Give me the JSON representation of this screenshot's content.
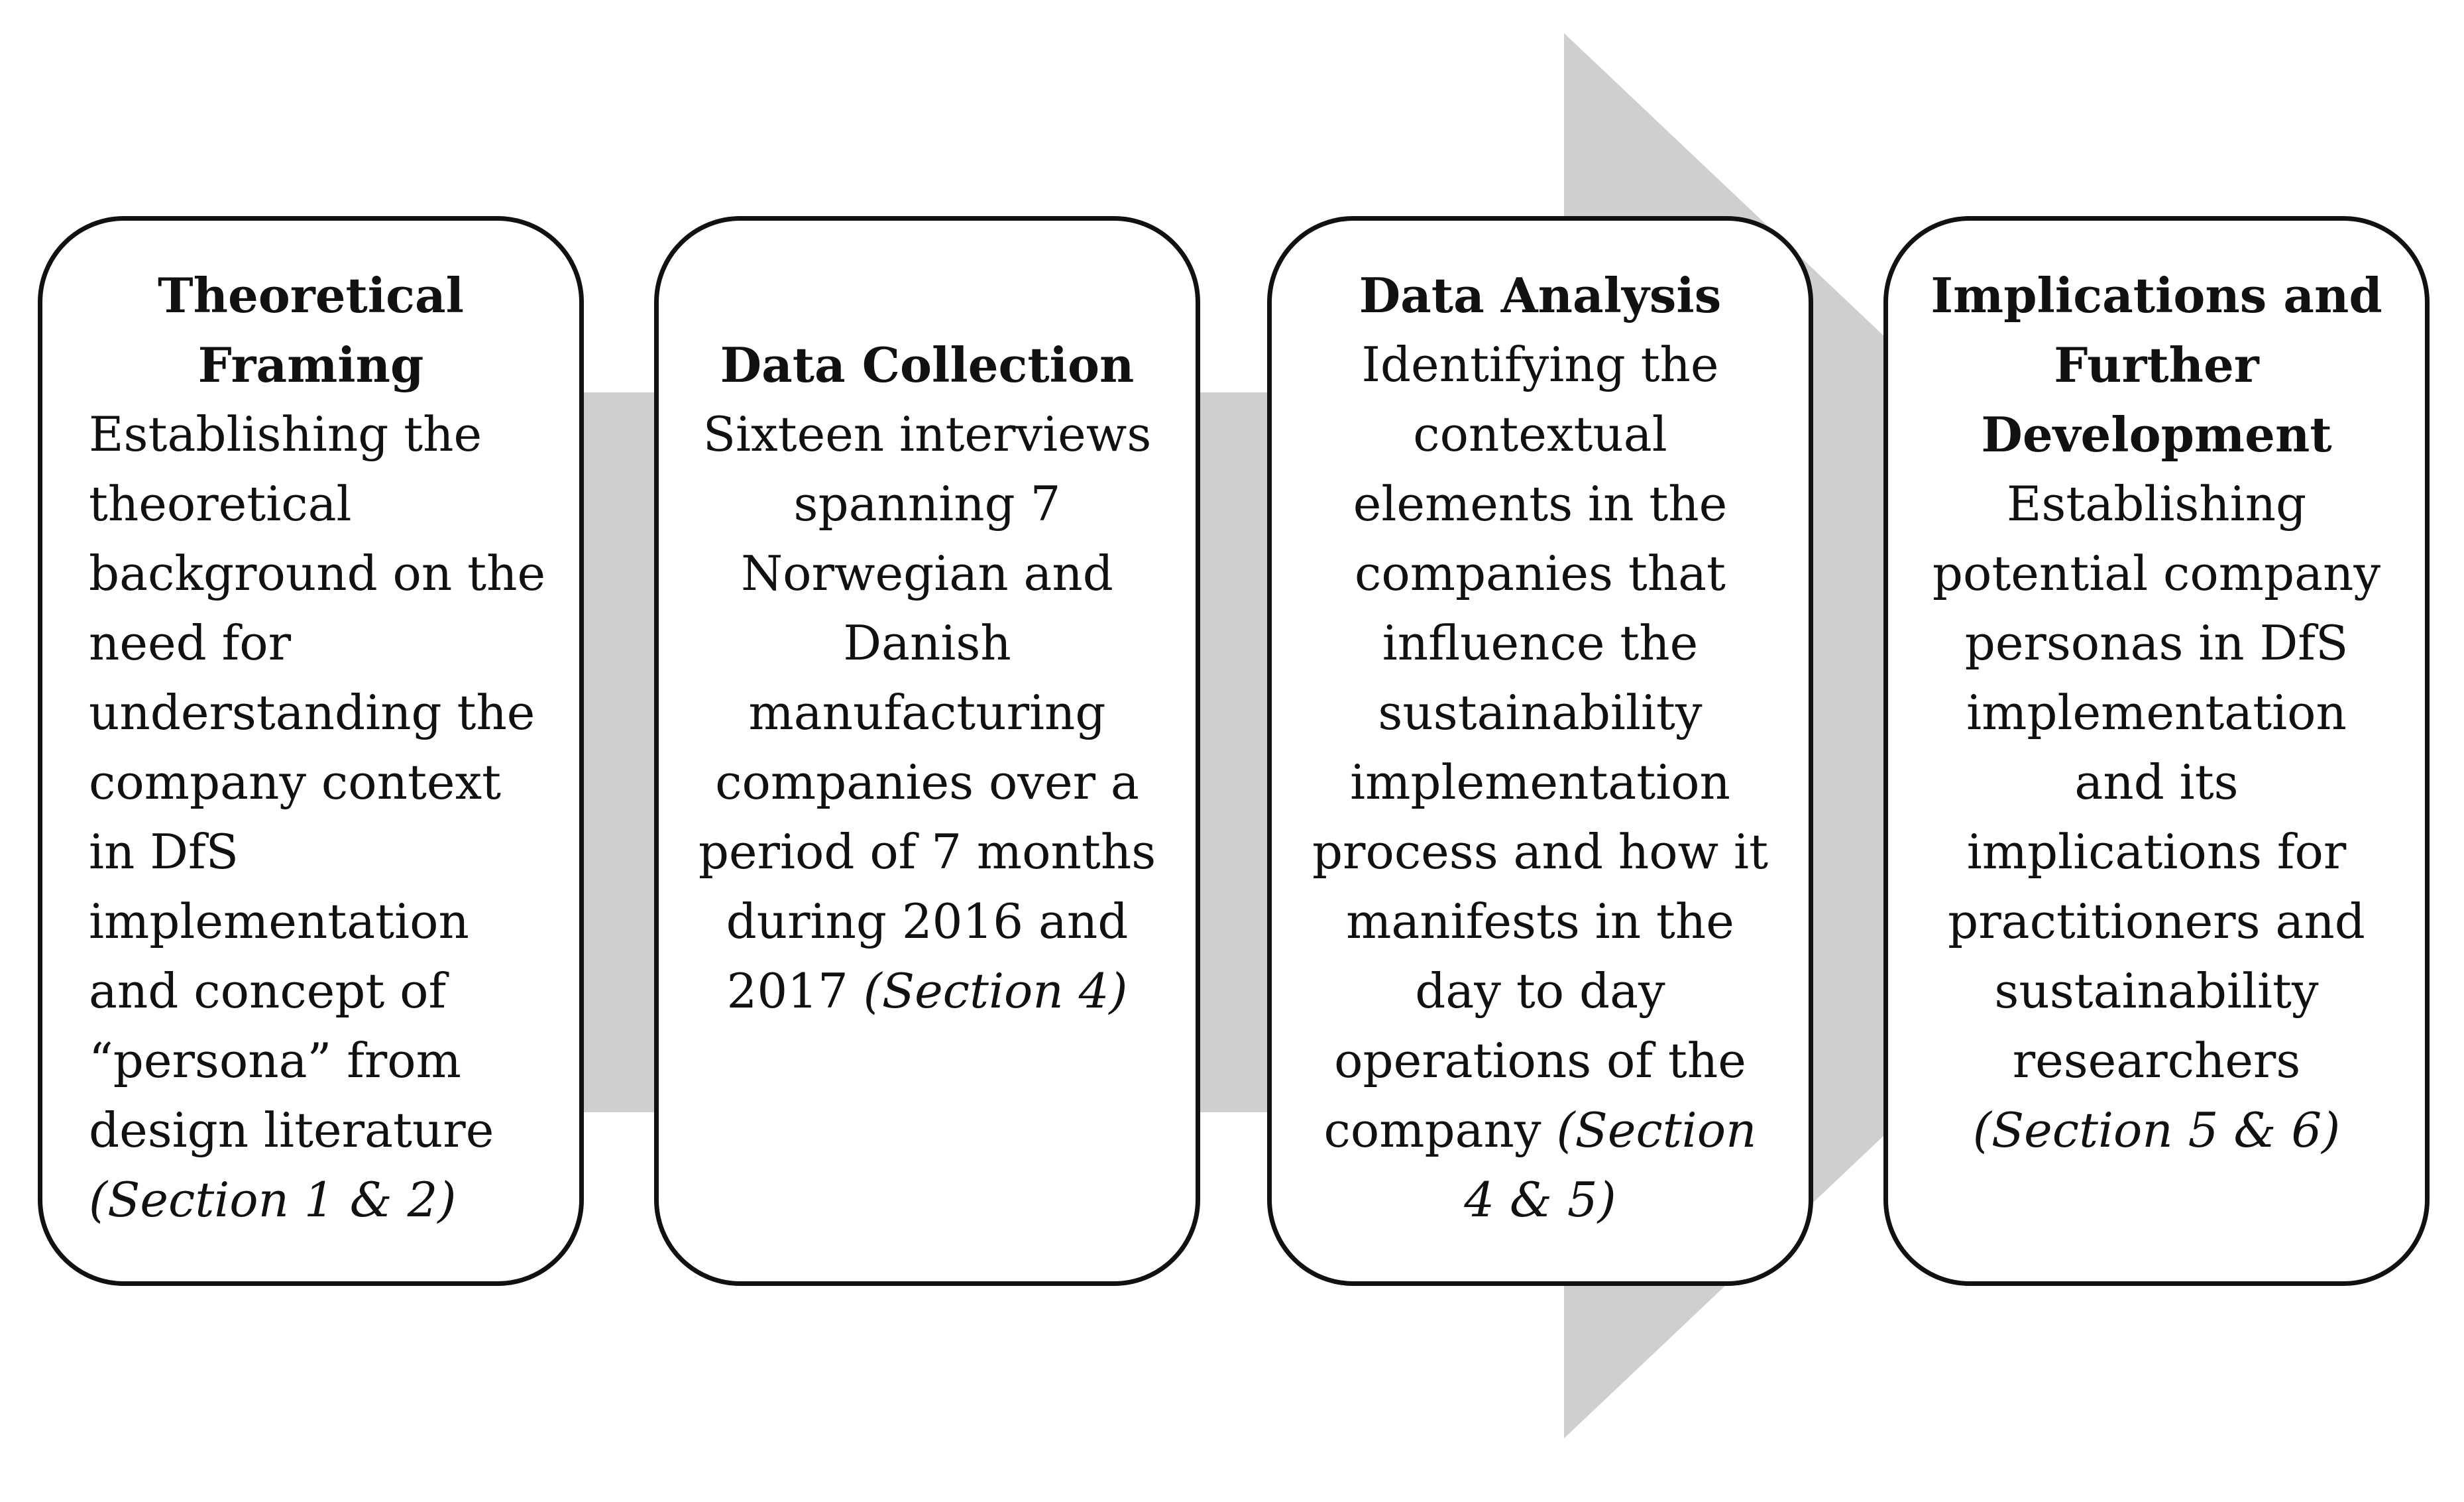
{
  "diagram": {
    "colors": {
      "arrow_fill": "#cfcfcf",
      "box_border": "#111111",
      "box_fill": "#ffffff",
      "text": "#111111"
    },
    "steps": [
      {
        "title": "Theoretical Framing",
        "body": "Establishing the theoretical background on the need for understanding the company context in DfS implementation and concept of “persona” from design literature ",
        "ref": "(Section 1 & 2)"
      },
      {
        "title": "Data Collection",
        "body": "Sixteen interviews spanning 7 Norwegian and Danish manufacturing companies over a period of 7 months during 2016 and 2017 ",
        "ref": "(Section 4)"
      },
      {
        "title": "Data Analysis",
        "body": "Identifying the contextual elements in the companies that influence the sustainability implementation process and how it manifests in the day to day operations of the company ",
        "ref": "(Section 4 & 5)"
      },
      {
        "title": "Implications and Further Development",
        "body": "Establishing potential company personas in DfS implementation and its implications for practitioners and sustainability researchers ",
        "ref": "(Section 5 & 6)"
      }
    ]
  }
}
